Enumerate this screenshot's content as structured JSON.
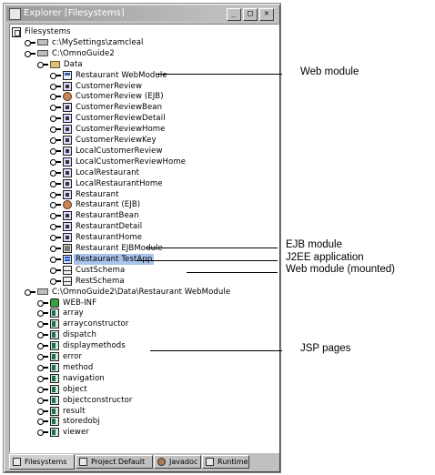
{
  "window": {
    "title": "Explorer [Filesystems]",
    "minimize": "_",
    "maximize": "□",
    "close": "✕"
  },
  "tree": [
    {
      "label": "Filesystems",
      "indent": 0,
      "icon": "fsroot",
      "key": false
    },
    {
      "label": "c:\\MySettings\\zamcleal",
      "indent": 1,
      "icon": "drive",
      "key": true
    },
    {
      "label": "C:\\OmnoGuide2",
      "indent": 1,
      "icon": "drive",
      "key": true
    },
    {
      "label": "Data",
      "indent": 2,
      "icon": "folder",
      "key": true
    },
    {
      "label": "Restaurant WebModule",
      "indent": 3,
      "icon": "web",
      "key": true
    },
    {
      "label": "CustomerReview",
      "indent": 3,
      "icon": "bean",
      "key": true
    },
    {
      "label": "CustomerReview (EJB)",
      "indent": 3,
      "icon": "coffee",
      "key": true
    },
    {
      "label": "CustomerReviewBean",
      "indent": 3,
      "icon": "bean",
      "key": true
    },
    {
      "label": "CustomerReviewDetail",
      "indent": 3,
      "icon": "bean",
      "key": true
    },
    {
      "label": "CustomerReviewHome",
      "indent": 3,
      "icon": "bean",
      "key": true
    },
    {
      "label": "CustomerReviewKey",
      "indent": 3,
      "icon": "bean",
      "key": true
    },
    {
      "label": "LocalCustomerReview",
      "indent": 3,
      "icon": "bean",
      "key": true
    },
    {
      "label": "LocalCustomerReviewHome",
      "indent": 3,
      "icon": "bean",
      "key": true
    },
    {
      "label": "LocalRestaurant",
      "indent": 3,
      "icon": "bean",
      "key": true
    },
    {
      "label": "LocalRestaurantHome",
      "indent": 3,
      "icon": "bean",
      "key": true
    },
    {
      "label": "Restaurant",
      "indent": 3,
      "icon": "bean",
      "key": true
    },
    {
      "label": "Restaurant (EJB)",
      "indent": 3,
      "icon": "coffee",
      "key": true
    },
    {
      "label": "RestaurantBean",
      "indent": 3,
      "icon": "bean",
      "key": true
    },
    {
      "label": "RestaurantDetail",
      "indent": 3,
      "icon": "bean",
      "key": true
    },
    {
      "label": "RestaurantHome",
      "indent": 3,
      "icon": "bean",
      "key": true
    },
    {
      "label": "Restaurant EJBModule",
      "indent": 3,
      "icon": "jar",
      "key": true
    },
    {
      "label": "Restaurant TestApp",
      "indent": 3,
      "icon": "beanblue",
      "key": true,
      "selected": true
    },
    {
      "label": "CustSchema",
      "indent": 3,
      "icon": "mounted",
      "key": true
    },
    {
      "label": "RestSchema",
      "indent": 3,
      "icon": "mounted",
      "key": true
    },
    {
      "label": "C:\\OmnoGuide2\\Data\\Restaurant WebModule",
      "indent": 1,
      "icon": "drive",
      "key": true
    },
    {
      "label": "WEB-INF",
      "indent": 2,
      "icon": "green",
      "key": true
    },
    {
      "label": "array",
      "indent": 2,
      "icon": "jsp",
      "key": true
    },
    {
      "label": "arrayconstructor",
      "indent": 2,
      "icon": "jsp",
      "key": true
    },
    {
      "label": "dispatch",
      "indent": 2,
      "icon": "jsp",
      "key": true
    },
    {
      "label": "displaymethods",
      "indent": 2,
      "icon": "jsp",
      "key": true
    },
    {
      "label": "error",
      "indent": 2,
      "icon": "jsp",
      "key": true
    },
    {
      "label": "method",
      "indent": 2,
      "icon": "jsp",
      "key": true
    },
    {
      "label": "navigation",
      "indent": 2,
      "icon": "jsp",
      "key": true
    },
    {
      "label": "object",
      "indent": 2,
      "icon": "jsp",
      "key": true
    },
    {
      "label": "objectconstructor",
      "indent": 2,
      "icon": "jsp",
      "key": true
    },
    {
      "label": "result",
      "indent": 2,
      "icon": "jsp",
      "key": true
    },
    {
      "label": "storedobj",
      "indent": 2,
      "icon": "jsp",
      "key": true
    },
    {
      "label": "viewer",
      "indent": 2,
      "icon": "jsp",
      "key": true
    }
  ],
  "tabs": [
    {
      "label": "Filesystems",
      "active": true,
      "icon": "fs"
    },
    {
      "label": "Project Default",
      "active": false,
      "icon": "proj"
    },
    {
      "label": "Javadoc",
      "active": false,
      "icon": "coffee"
    },
    {
      "label": "Runtime",
      "active": false,
      "icon": "run"
    }
  ],
  "callouts": [
    {
      "label": "Web module"
    },
    {
      "label": "EJB module"
    },
    {
      "label": "J2EE application"
    },
    {
      "label": "Web module (mounted)"
    },
    {
      "label": "JSP pages"
    }
  ]
}
